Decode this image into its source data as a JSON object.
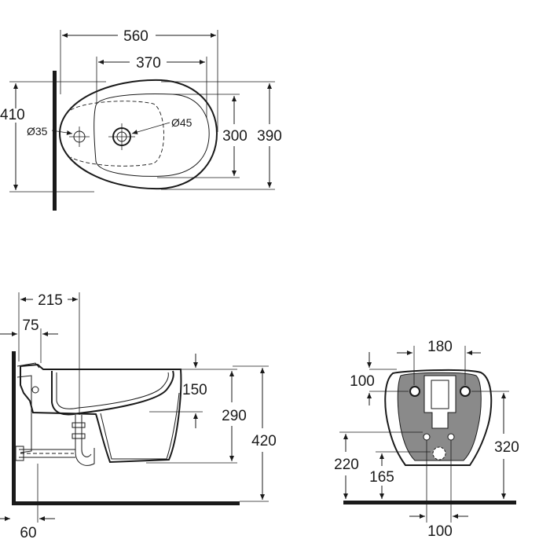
{
  "top_view": {
    "overall_length": "560",
    "bowl_length": "370",
    "depth_outer": "410",
    "hole_small": "Ø35",
    "hole_large": "Ø45",
    "bowl_width": "300",
    "overall_width": "390"
  },
  "side_view": {
    "dim_215": "215",
    "dim_75": "75",
    "dim_150": "150",
    "dim_290": "290",
    "dim_420": "420",
    "dim_60": "60"
  },
  "rear_view": {
    "dim_180": "180",
    "dim_100_top": "100",
    "dim_320": "320",
    "dim_220": "220",
    "dim_165": "165",
    "dim_100_bottom": "100"
  }
}
